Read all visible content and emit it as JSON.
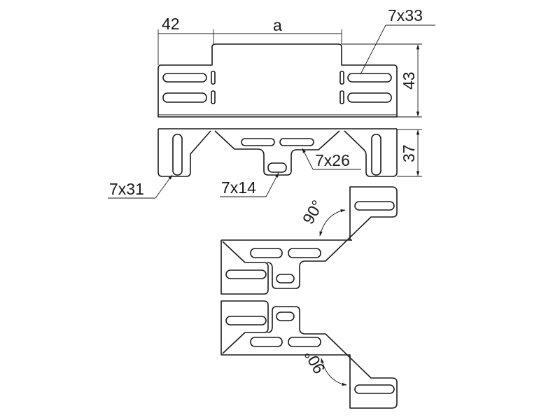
{
  "drawing": {
    "dimensions": {
      "flange_width": "42",
      "span": "a",
      "height_top": "43",
      "height_bottom": "37"
    },
    "slots": {
      "top_slot": "7x33",
      "middle_slot": "7x26",
      "small_slot": "7x14",
      "leg_slot": "7x31"
    },
    "angles": {
      "upper_bend": "90°",
      "lower_bend": "90°"
    },
    "colors": {
      "line": "#1a1a1a",
      "background": "#ffffff"
    }
  }
}
